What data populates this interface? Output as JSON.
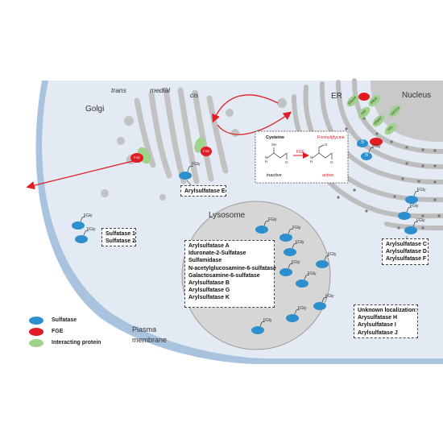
{
  "labels": {
    "golgi": "Golgi",
    "trans": "trans",
    "medial": "medial",
    "cis": "cis",
    "er": "ER",
    "nucleus": "Nucleus",
    "lysosome": "Lysosome",
    "plasma_membrane_line1": "Plasma",
    "plasma_membrane_line2": "membrane"
  },
  "protein_tags": {
    "fgly": "FGly",
    "fge": "FGE",
    "s": "S",
    "erp44": "ERp44",
    "pdi": "PDI",
    "erp57": "ERp57",
    "erp5": "ERp5",
    "pdi_er": "PDI",
    "ero1a": "ERO1α"
  },
  "reaction": {
    "cysteine_label": "Cysteine",
    "fgly_label": "Formylglycine",
    "enzyme": "FGE",
    "inactive": "inactive",
    "active": "active",
    "sh": "SH",
    "h": "H",
    "n": "N",
    "o": "O"
  },
  "boxes": {
    "arylsulfatase_e": [
      "Arylsulfatase E"
    ],
    "sulfatase_pm": [
      "Sulfatase 1",
      "Sulfatase 2"
    ],
    "lysosomal": [
      "Arylsulfatase A",
      "Iduronate-2-Sulfatase",
      "Sulfamidase",
      "N-acetylglucosamine-6-sulfatase",
      "Galactosamine-6-sulfatase",
      "Arylsulfatase B",
      "Arylsulfatase G",
      "Arylsulfatase K"
    ],
    "er_sulfatases": [
      "Arylsulfatase C",
      "Arylsulfatase D",
      "Arylsulfatase F"
    ],
    "unknown": [
      "Unknown localization:",
      "Arysulfatase H",
      "Arylsulfatase I",
      "Arylsulfatase J"
    ]
  },
  "legend": [
    {
      "label": "Sulfatase",
      "color": "#2d8fce"
    },
    {
      "label": "FGE",
      "color": "#e01b24"
    },
    {
      "label": "Interacting protein",
      "color": "#9fd38b"
    }
  ],
  "colors": {
    "sulfatase": "#2d8fce",
    "fge": "#e01b24",
    "interacting": "#9fd38b",
    "arrow": "#e01b24",
    "cell": "#dfe7f1",
    "membrane": "#a8c1de",
    "organelle": "#c8c8c8"
  }
}
